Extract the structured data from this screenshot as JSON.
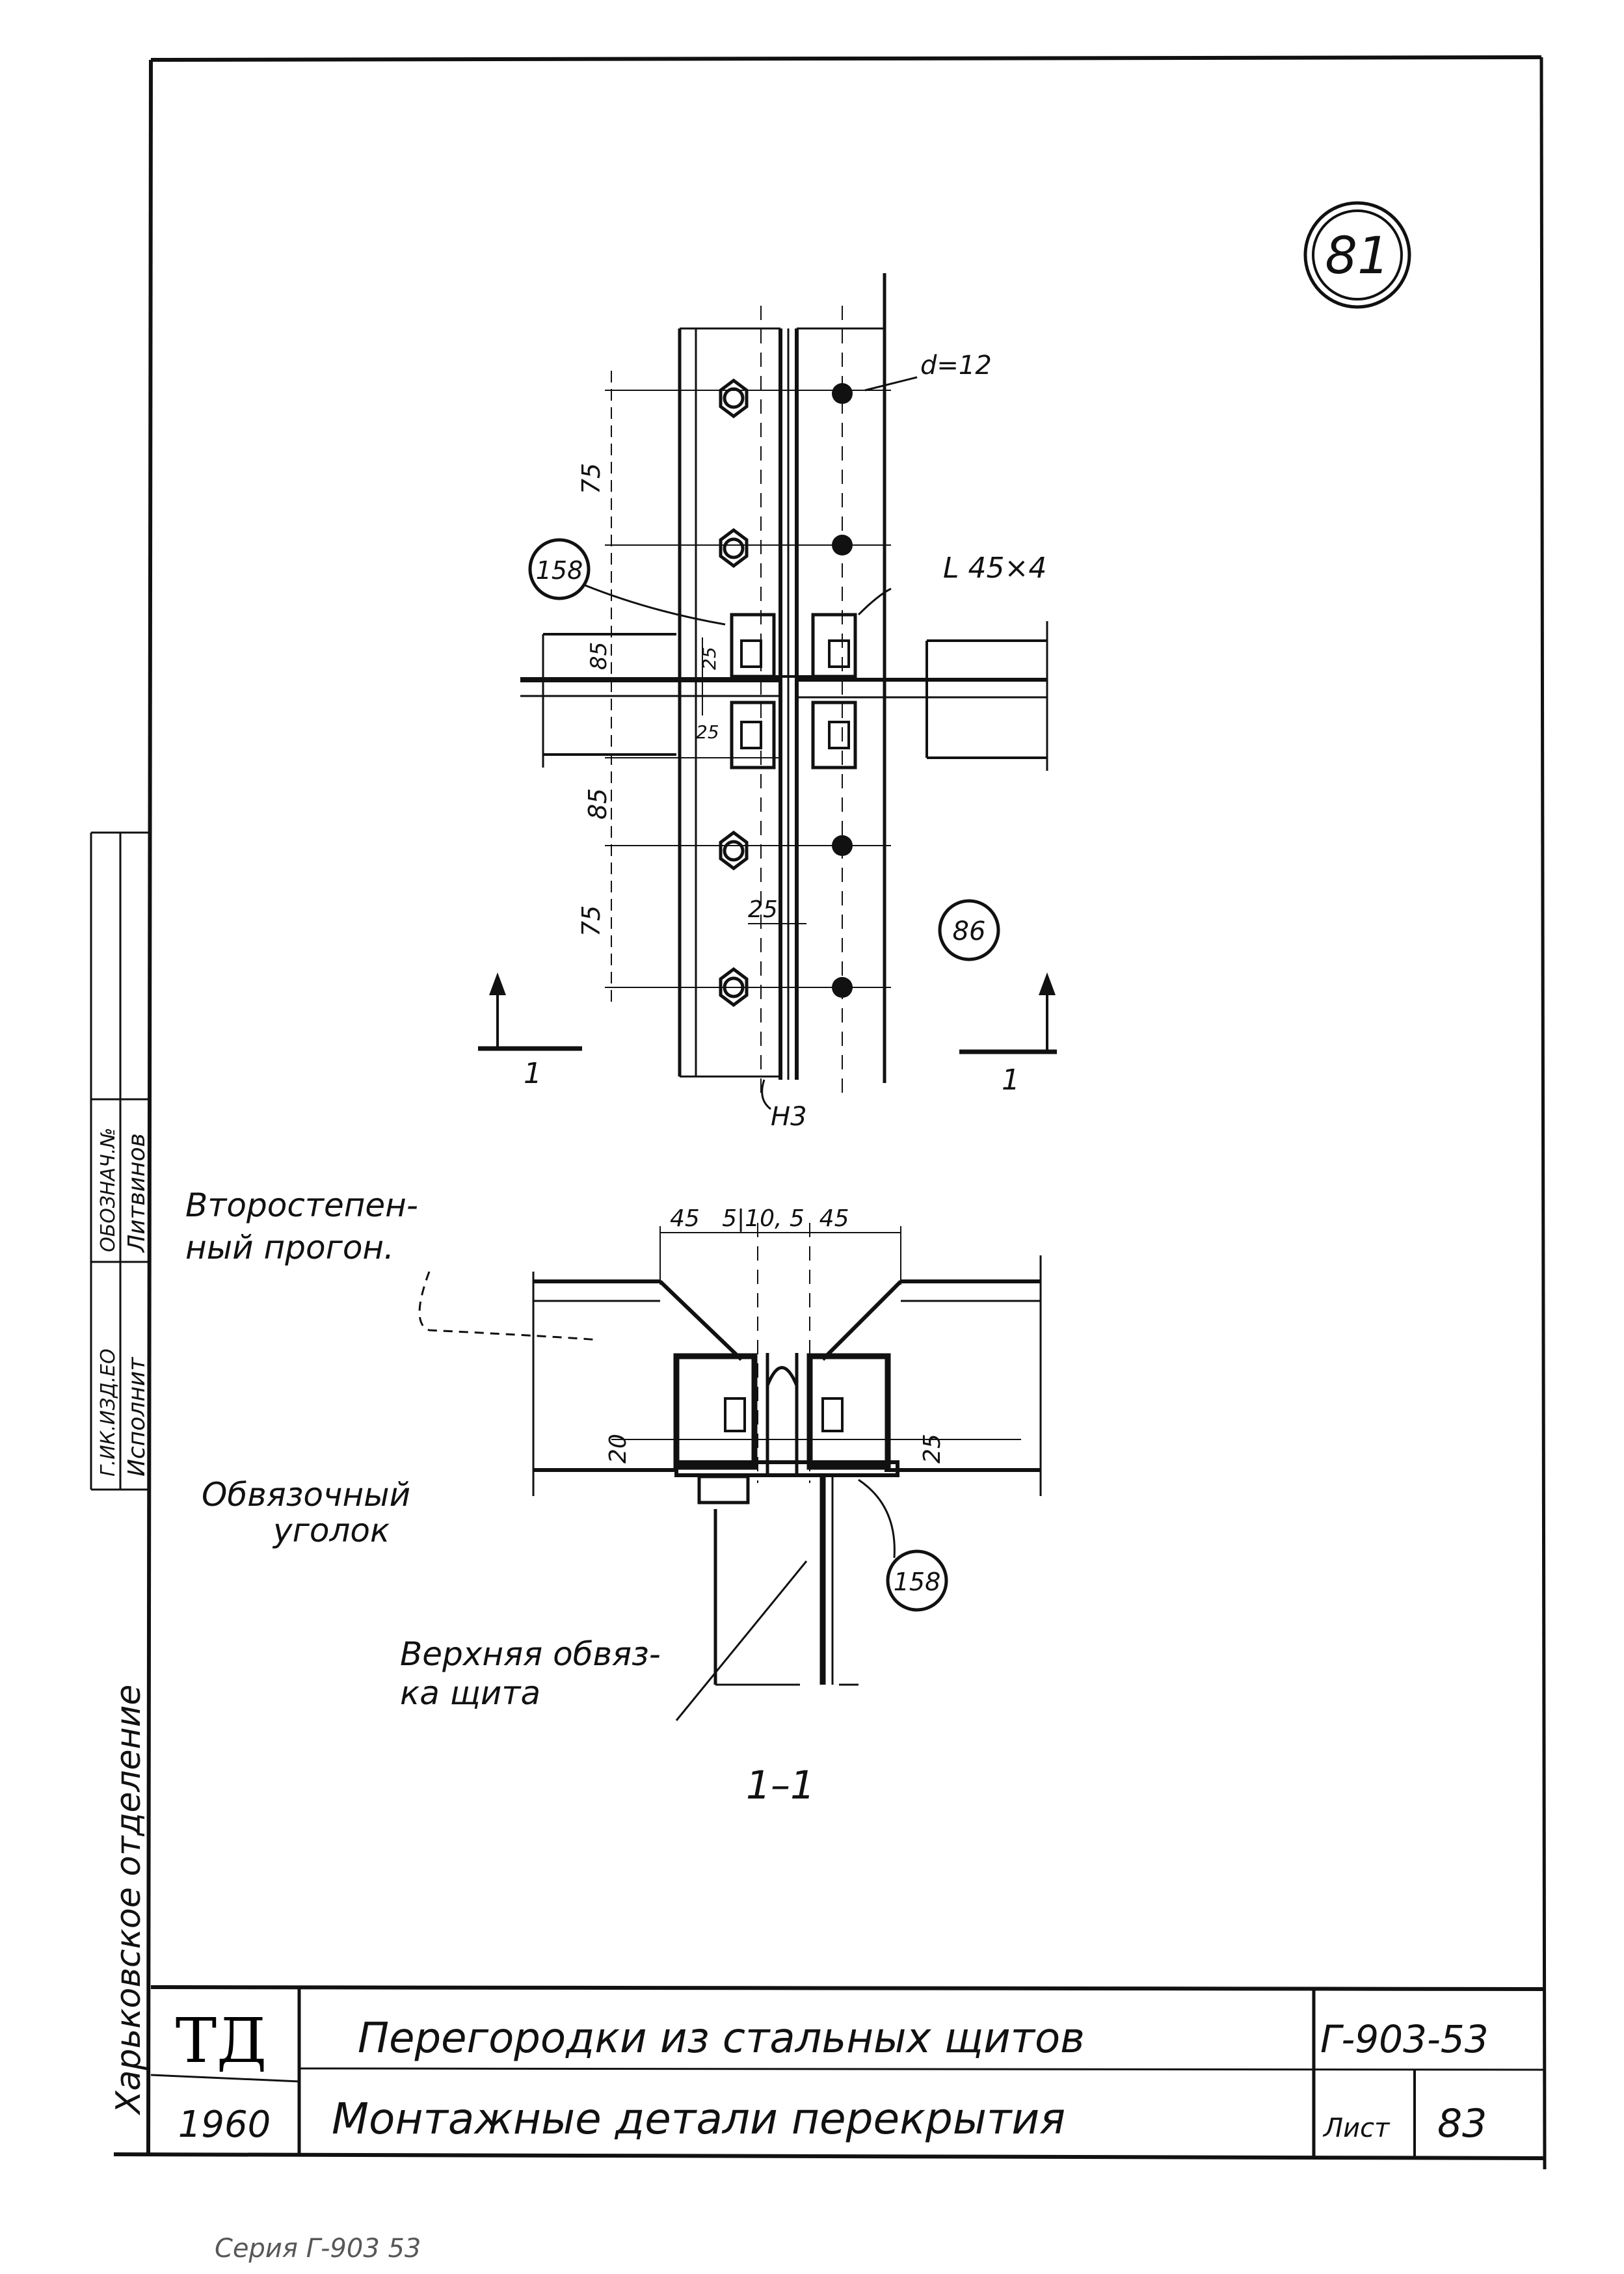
{
  "sheet_number": "81",
  "plan": {
    "bolt_label": "d=12",
    "angle_label": "L 45×4",
    "dims": {
      "top_75": "75",
      "upper_85": "85",
      "lower_85": "85",
      "bottom_75": "75",
      "gap_25": "25",
      "upper_25": "25",
      "lower_25": "25"
    },
    "callout_158": "158",
    "callout_86": "86",
    "section_mark_left": "1",
    "section_mark_right": "1",
    "leader_h3": "Н3"
  },
  "section": {
    "title": "1–1",
    "dims_top": "45   5|10, 5  45",
    "dim_right": "25",
    "dim_left": "20",
    "callout_158": "158",
    "label_secondary_purlin_1": "Второстепен-",
    "label_secondary_purlin_2": "ный прогон.",
    "label_strap_angle_1": "Обвязочный",
    "label_strap_angle_2": "уголок",
    "label_top_strap_1": "Верхняя обвяз-",
    "label_top_strap_2": "ка щита"
  },
  "side_stamp": {
    "org": "Харьковское отделение",
    "col1_top": "Г.ИК.ИЗД.ЕО",
    "col1_bottom": "Исполнит",
    "col2_top": "ОБОЗНАЧ.№",
    "col2_bottom": "Литвинов"
  },
  "title_block": {
    "org_code": "ТД",
    "year": "1960",
    "title_line1": "Перегородки из стальных щитов",
    "title_line2": "Монтажные детали перекрытия",
    "series": "Г-903-53",
    "sheet_label": "Лист",
    "sheet_no": "83"
  },
  "footer_note": "Серия Г-903 53"
}
